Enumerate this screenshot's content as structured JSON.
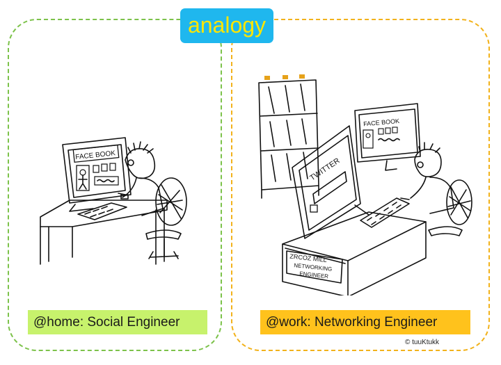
{
  "title": "analogy",
  "panels": {
    "home": {
      "caption": "@home: Social Engineer"
    },
    "work": {
      "caption": "@work: Networking Engineer"
    }
  },
  "screens": {
    "home_facebook": "FACE BOOK",
    "work_facebook": "FACE BOOK",
    "work_twitter": "TWITTER"
  },
  "desk_plate": {
    "line1": "ZRCOZ MILL",
    "line2": "NETWORKING",
    "line3": "ENGINEER"
  },
  "credit": "© tuuKtukk",
  "colors": {
    "title_bg": "#1fb7ee",
    "title_text": "#ffe600",
    "home_accent": "#7cc24a",
    "home_caption_bg": "#c7f26c",
    "work_accent": "#f2b21b",
    "work_caption_bg": "#ffc21c"
  }
}
